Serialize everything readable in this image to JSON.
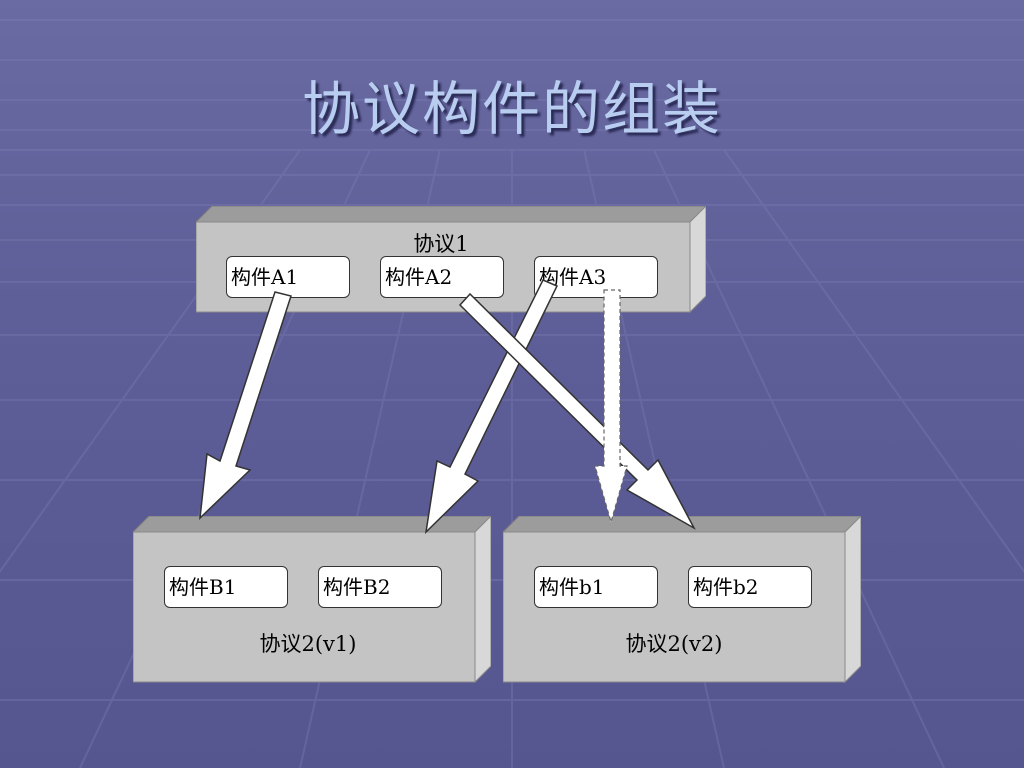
{
  "slide": {
    "title": "协议构件的组装"
  },
  "protocol1": {
    "label": "协议1",
    "components": [
      "构件A1",
      "构件A2",
      "构件A3"
    ]
  },
  "protocol2_v1": {
    "label": "协议2(v1)",
    "components": [
      "构件B1",
      "构件B2"
    ]
  },
  "protocol2_v2": {
    "label": "协议2(v2)",
    "components": [
      "构件b1",
      "构件b2"
    ]
  },
  "colors": {
    "background": "#5e5e98",
    "title": "#b8cdf0",
    "box_face": "#c4c4c4",
    "box_top": "#9c9c9c",
    "component_fill": "#ffffff",
    "arrow_fill": "#ffffff"
  },
  "connections": [
    {
      "from": "构件A1",
      "to": "构件B1",
      "style": "solid"
    },
    {
      "from": "构件A3",
      "to": "构件B2",
      "style": "solid"
    },
    {
      "from": "构件A2",
      "to": "构件b2",
      "style": "solid"
    },
    {
      "from": "构件A3",
      "to": "构件b1",
      "style": "dashed"
    }
  ]
}
